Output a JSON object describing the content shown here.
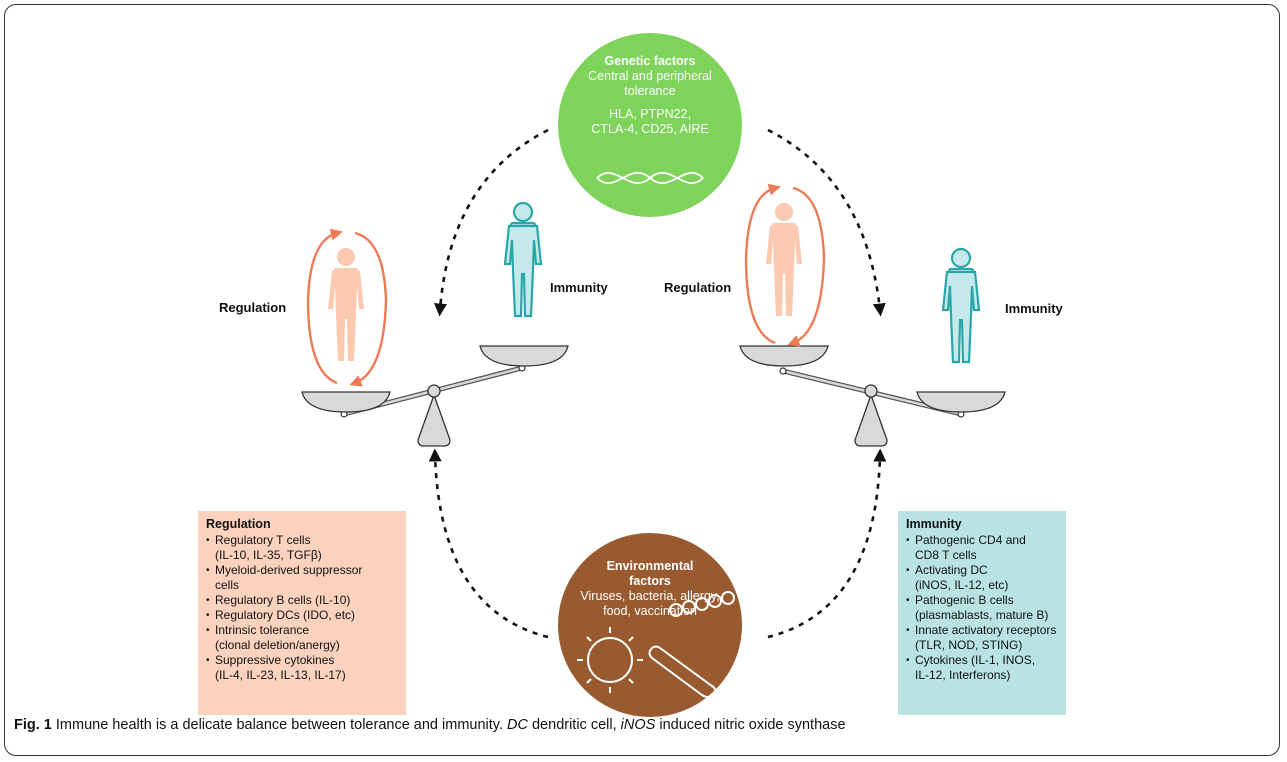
{
  "genetic": {
    "title": "Genetic factors",
    "line1": "Central and peripheral",
    "line2": "tolerance",
    "line3": "HLA, PTPN22,",
    "line4": "CTLA-4, CD25, AIRE",
    "color": "#7ed35a"
  },
  "environmental": {
    "title1": "Environmental",
    "title2": "factors",
    "line1": "Viruses, bacteria, allergy,",
    "line2": "food, vaccination",
    "color": "#9a5a2f"
  },
  "left_scale": {
    "regulation_label": "Regulation",
    "immunity_label": "Immunity"
  },
  "right_scale": {
    "regulation_label": "Regulation",
    "immunity_label": "Immunity"
  },
  "regulation_box": {
    "title": "Regulation",
    "bg": "#fbd2bd",
    "items": [
      {
        "main": "Regulatory T cells",
        "sub": "(IL-10, IL-35, TGFβ)"
      },
      {
        "main": "Myeloid-derived suppressor",
        "sub": "cells"
      },
      {
        "main": "Regulatory B cells (IL-10)",
        "sub": ""
      },
      {
        "main": "Regulatory DCs (IDO, etc)",
        "sub": ""
      },
      {
        "main": "Intrinsic tolerance",
        "sub": "(clonal deletion/anergy)"
      },
      {
        "main": "Suppressive cytokines",
        "sub": "(IL-4, IL-23, IL-13, IL-17)"
      }
    ]
  },
  "immunity_box": {
    "title": "Immunity",
    "bg": "#b9e3e3",
    "items": [
      {
        "main": "Pathogenic CD4 and",
        "sub": "CD8 T cells"
      },
      {
        "main": "Activating DC",
        "sub": "(iNOS, IL-12, etc)"
      },
      {
        "main": "Pathogenic B cells",
        "sub": "(plasmablasts, mature B)"
      },
      {
        "main": "Innate activatory receptors",
        "sub": "(TLR, NOD, STING)"
      },
      {
        "main": "Cytokines (IL-1, INOS,",
        "sub": "IL-12, Interferons)"
      }
    ]
  },
  "caption": {
    "fig": "Fig. 1",
    "text1": " Immune health is a delicate balance between tolerance and immunity. ",
    "abbr1": "DC",
    "text2": " dendritic cell, ",
    "abbr2": "iNOS",
    "text3": " induced nitric oxide synthase"
  },
  "colors": {
    "regulation_figure": "#fbc8b0",
    "regulation_arrow": "#ee7a55",
    "immunity_figure": "#c5e9ea",
    "immunity_outline": "#2aa6a8",
    "scale_pan": "#d9d9d9"
  }
}
